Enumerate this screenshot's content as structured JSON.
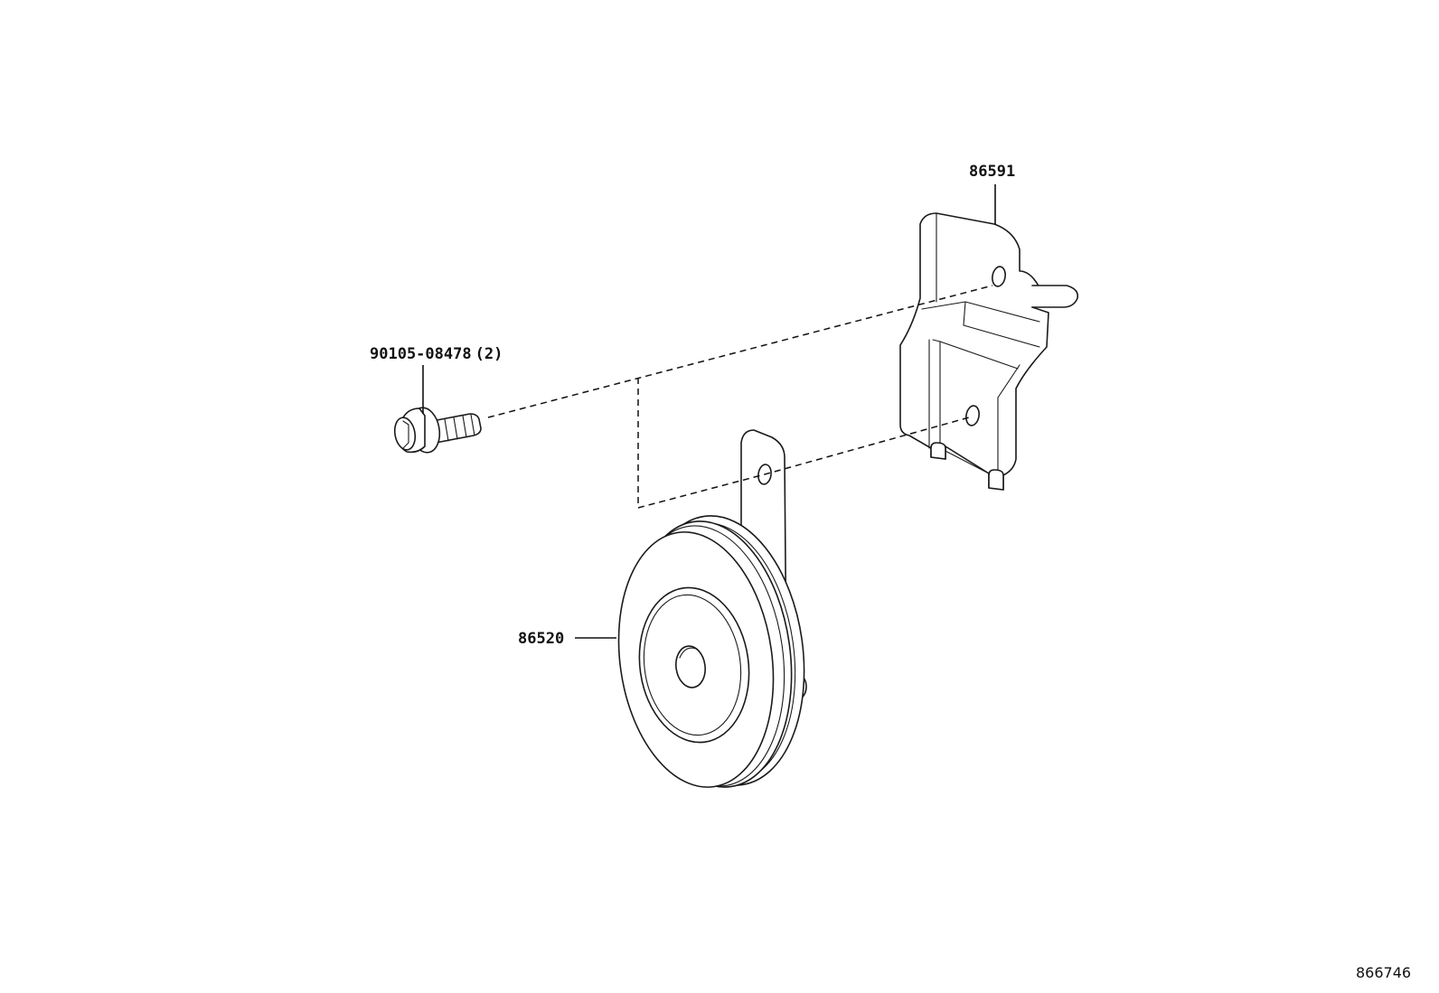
{
  "parts": {
    "bracket": {
      "number": "86591"
    },
    "bolt": {
      "number": "90105-08478",
      "quantity": "(2)"
    },
    "horn": {
      "number": "86520"
    }
  },
  "diagram_id": "866746",
  "icons": [
    "bolt-icon",
    "bracket-icon",
    "horn-icon"
  ]
}
